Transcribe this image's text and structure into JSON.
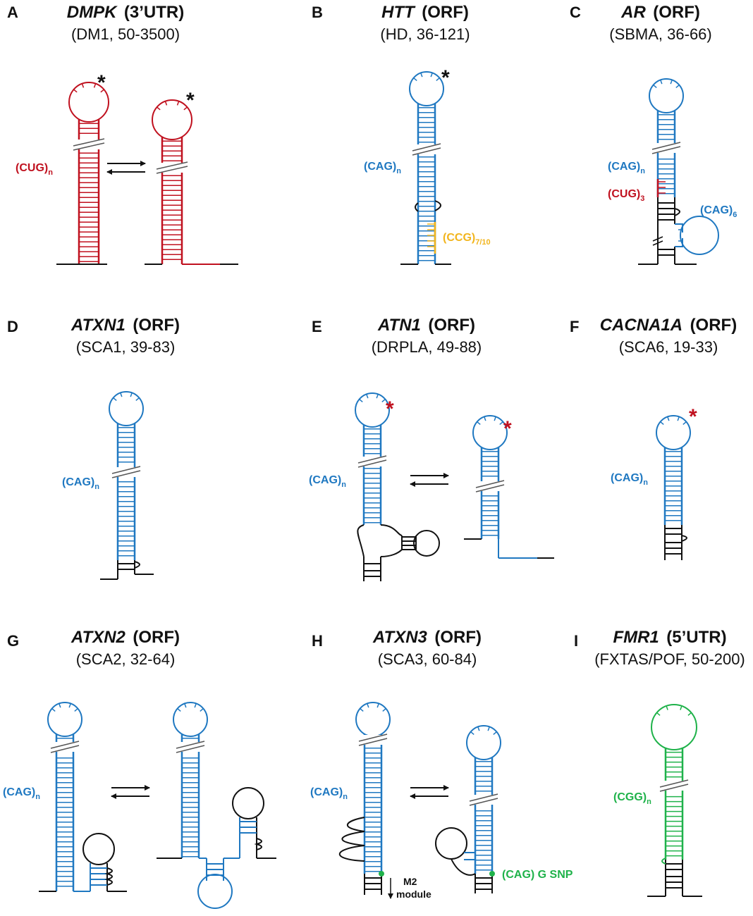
{
  "colors": {
    "red": "#c0111f",
    "blue": "#1f78c1",
    "yellow": "#f2b51d",
    "green": "#1fb24a",
    "black": "#111111"
  },
  "panels": {
    "A": {
      "letter": "A",
      "gene": "DMPK",
      "region": "(3’UTR)",
      "subtitle": "(DM1, 50-3500)",
      "repeat": "(CUG)",
      "repeat_sub": "n",
      "asterisk": "*"
    },
    "B": {
      "letter": "B",
      "gene": "HTT",
      "region": "(ORF)",
      "subtitle": "(HD, 36-121)",
      "repeat": "(CAG)",
      "repeat_sub": "n",
      "repeat2": "(CCG)",
      "repeat2_sub": "7/10",
      "asterisk": "*"
    },
    "C": {
      "letter": "C",
      "gene": "AR",
      "region": "(ORF)",
      "subtitle": "(SBMA, 36-66)",
      "repeat": "(CAG)",
      "repeat_sub": "n",
      "repeat2": "(CUG)",
      "repeat2_sub": "3",
      "repeat3": "(CAG)",
      "repeat3_sub": "6"
    },
    "D": {
      "letter": "D",
      "gene": "ATXN1",
      "region": "(ORF)",
      "subtitle": "(SCA1, 39-83)",
      "repeat": "(CAG)",
      "repeat_sub": "n"
    },
    "E": {
      "letter": "E",
      "gene": "ATN1",
      "region": "(ORF)",
      "subtitle": "(DRPLA, 49-88)",
      "repeat": "(CAG)",
      "repeat_sub": "n",
      "asterisk": "*"
    },
    "F": {
      "letter": "F",
      "gene": "CACNA1A",
      "region": "(ORF)",
      "subtitle": "(SCA6, 19-33)",
      "repeat": "(CAG)",
      "repeat_sub": "n",
      "asterisk": "*"
    },
    "G": {
      "letter": "G",
      "gene": "ATXN2",
      "region": "(ORF)",
      "subtitle": "(SCA2, 32-64)",
      "repeat": "(CAG)",
      "repeat_sub": "n"
    },
    "H": {
      "letter": "H",
      "gene": "ATXN3",
      "region": "(ORF)",
      "subtitle": "(SCA3, 60-84)",
      "repeat": "(CAG)",
      "repeat_sub": "n",
      "module_line1": "M2",
      "module_line2": "module",
      "snp": "(CAG) G SNP"
    },
    "I": {
      "letter": "I",
      "gene": "FMR1",
      "region": "(5’UTR)",
      "subtitle": "(FXTAS/POF, 50-200)",
      "repeat": "(CGG)",
      "repeat_sub": "n"
    }
  }
}
